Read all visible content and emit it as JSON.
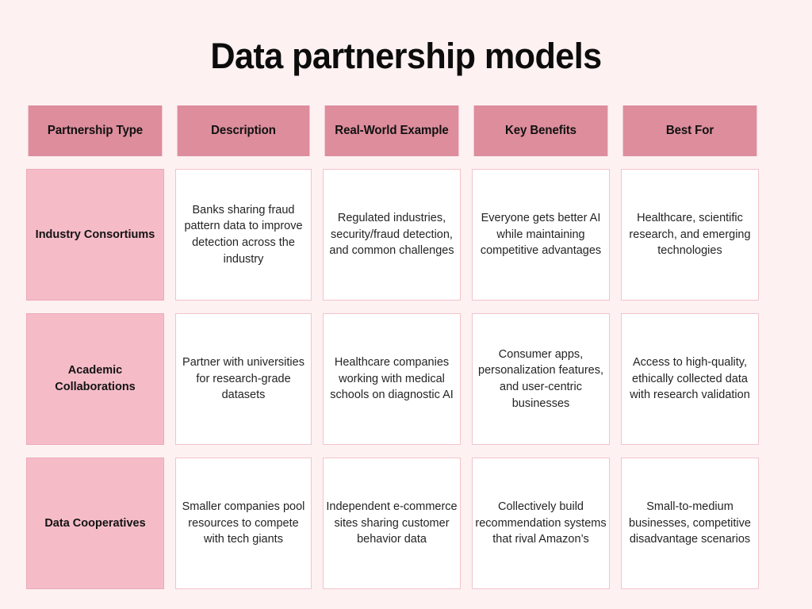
{
  "page": {
    "title": "Data partnership models",
    "background_color": "#fdf1f2",
    "header_color": "#dd8d9c",
    "row_header_color": "#f5bcc8",
    "cell_border_color": "#f3c3cb",
    "cell_background_color": "#ffffff"
  },
  "table": {
    "columns": [
      "Partnership Type",
      "Description",
      "Real-World Example",
      "Key Benefits",
      "Best For"
    ],
    "rows": [
      {
        "type": "Industry Consortiums",
        "description": "Banks sharing fraud pattern data to improve detection across the industry",
        "example": "Regulated industries, security/fraud detection, and common challenges",
        "benefits": "Everyone gets better AI while maintaining competitive advantages",
        "best_for": "Healthcare, scientific research, and emerging technologies"
      },
      {
        "type": "Academic Collaborations",
        "description": "Partner with universities for research-grade datasets",
        "example": "Healthcare companies working with medical schools on diagnostic AI",
        "benefits": "Consumer apps, personalization features, and user-centric businesses",
        "best_for": "Access to high-quality, ethically collected data with research validation"
      },
      {
        "type": "Data Cooperatives",
        "description": "Smaller companies pool resources to compete with tech giants",
        "example": "Independent e-commerce sites sharing customer behavior data",
        "benefits": "Collectively build recommendation systems that rival Amazon’s",
        "best_for": "Small-to-medium businesses, competitive disadvantage scenarios"
      }
    ]
  }
}
